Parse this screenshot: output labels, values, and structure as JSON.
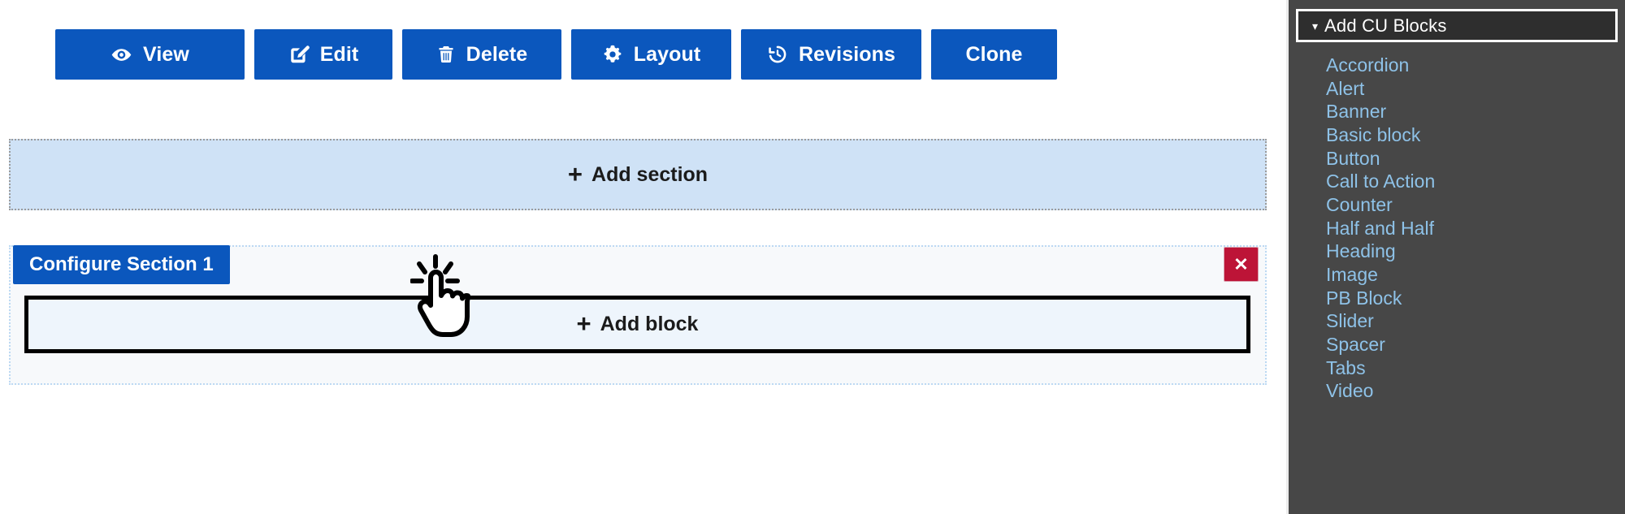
{
  "toolbar": {
    "buttons": [
      {
        "id": "view",
        "label": "View",
        "icon": "eye-icon"
      },
      {
        "id": "edit",
        "label": "Edit",
        "icon": "pencil-square-icon"
      },
      {
        "id": "delete",
        "label": "Delete",
        "icon": "trash-icon"
      },
      {
        "id": "layout",
        "label": "Layout",
        "icon": "gear-icon"
      },
      {
        "id": "revisions",
        "label": "Revisions",
        "icon": "history-clock-icon"
      },
      {
        "id": "clone",
        "label": "Clone",
        "icon": "none"
      }
    ],
    "button_color": "#0b57bd",
    "button_text_color": "#ffffff"
  },
  "canvas": {
    "add_section": {
      "plus": "+",
      "label": "Add section",
      "fill_color": "#cfe2f6",
      "border_color": "#9b9b9b"
    },
    "section": {
      "configure_label": "Configure Section 1",
      "close_label": "✕",
      "close_color": "#bd1437",
      "add_block": {
        "plus": "+",
        "label": "Add block",
        "fill_color": "#eef5fc",
        "focus_outline_color": "#000000"
      }
    }
  },
  "sidebar": {
    "title": "Add CU Blocks",
    "caret": "▾",
    "background_color": "#474747",
    "link_color": "#8ec2e8",
    "items": [
      {
        "label": "Accordion"
      },
      {
        "label": "Alert"
      },
      {
        "label": "Banner"
      },
      {
        "label": "Basic block"
      },
      {
        "label": "Button"
      },
      {
        "label": "Call to Action"
      },
      {
        "label": "Counter"
      },
      {
        "label": "Half and Half"
      },
      {
        "label": "Heading"
      },
      {
        "label": "Image"
      },
      {
        "label": "PB Block"
      },
      {
        "label": "Slider"
      },
      {
        "label": "Spacer"
      },
      {
        "label": "Tabs"
      },
      {
        "label": "Video"
      }
    ]
  },
  "cursors": [
    {
      "name": "pointing-hand-click-cursor",
      "over": "Add block"
    },
    {
      "name": "pointing-hand-click-cursor",
      "over": "Counter"
    }
  ]
}
